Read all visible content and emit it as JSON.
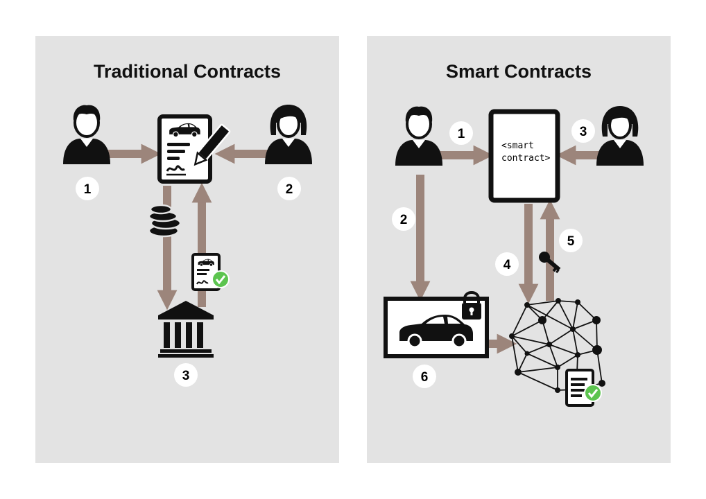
{
  "traditional": {
    "title": "Traditional Contracts",
    "steps": [
      "1",
      "2",
      "3"
    ]
  },
  "smart": {
    "title": "Smart Contracts",
    "contract_line1": "<smart",
    "contract_line2": "contract>",
    "steps": [
      "1",
      "2",
      "3",
      "4",
      "5",
      "6"
    ]
  },
  "colors": {
    "panel_bg": "#e3e3e3",
    "arrow": "#9c857b",
    "icon": "#111111",
    "check": "#5cc44f",
    "badge_bg": "#ffffff"
  },
  "icons": {
    "party_a": "man-icon",
    "party_b": "woman-icon",
    "contract": "signed-contract-icon",
    "money": "coins-icon",
    "bank": "bank-icon",
    "approved": "approved-document-icon",
    "asset": "locked-car-icon",
    "network": "blockchain-network-icon",
    "key": "key-icon"
  }
}
